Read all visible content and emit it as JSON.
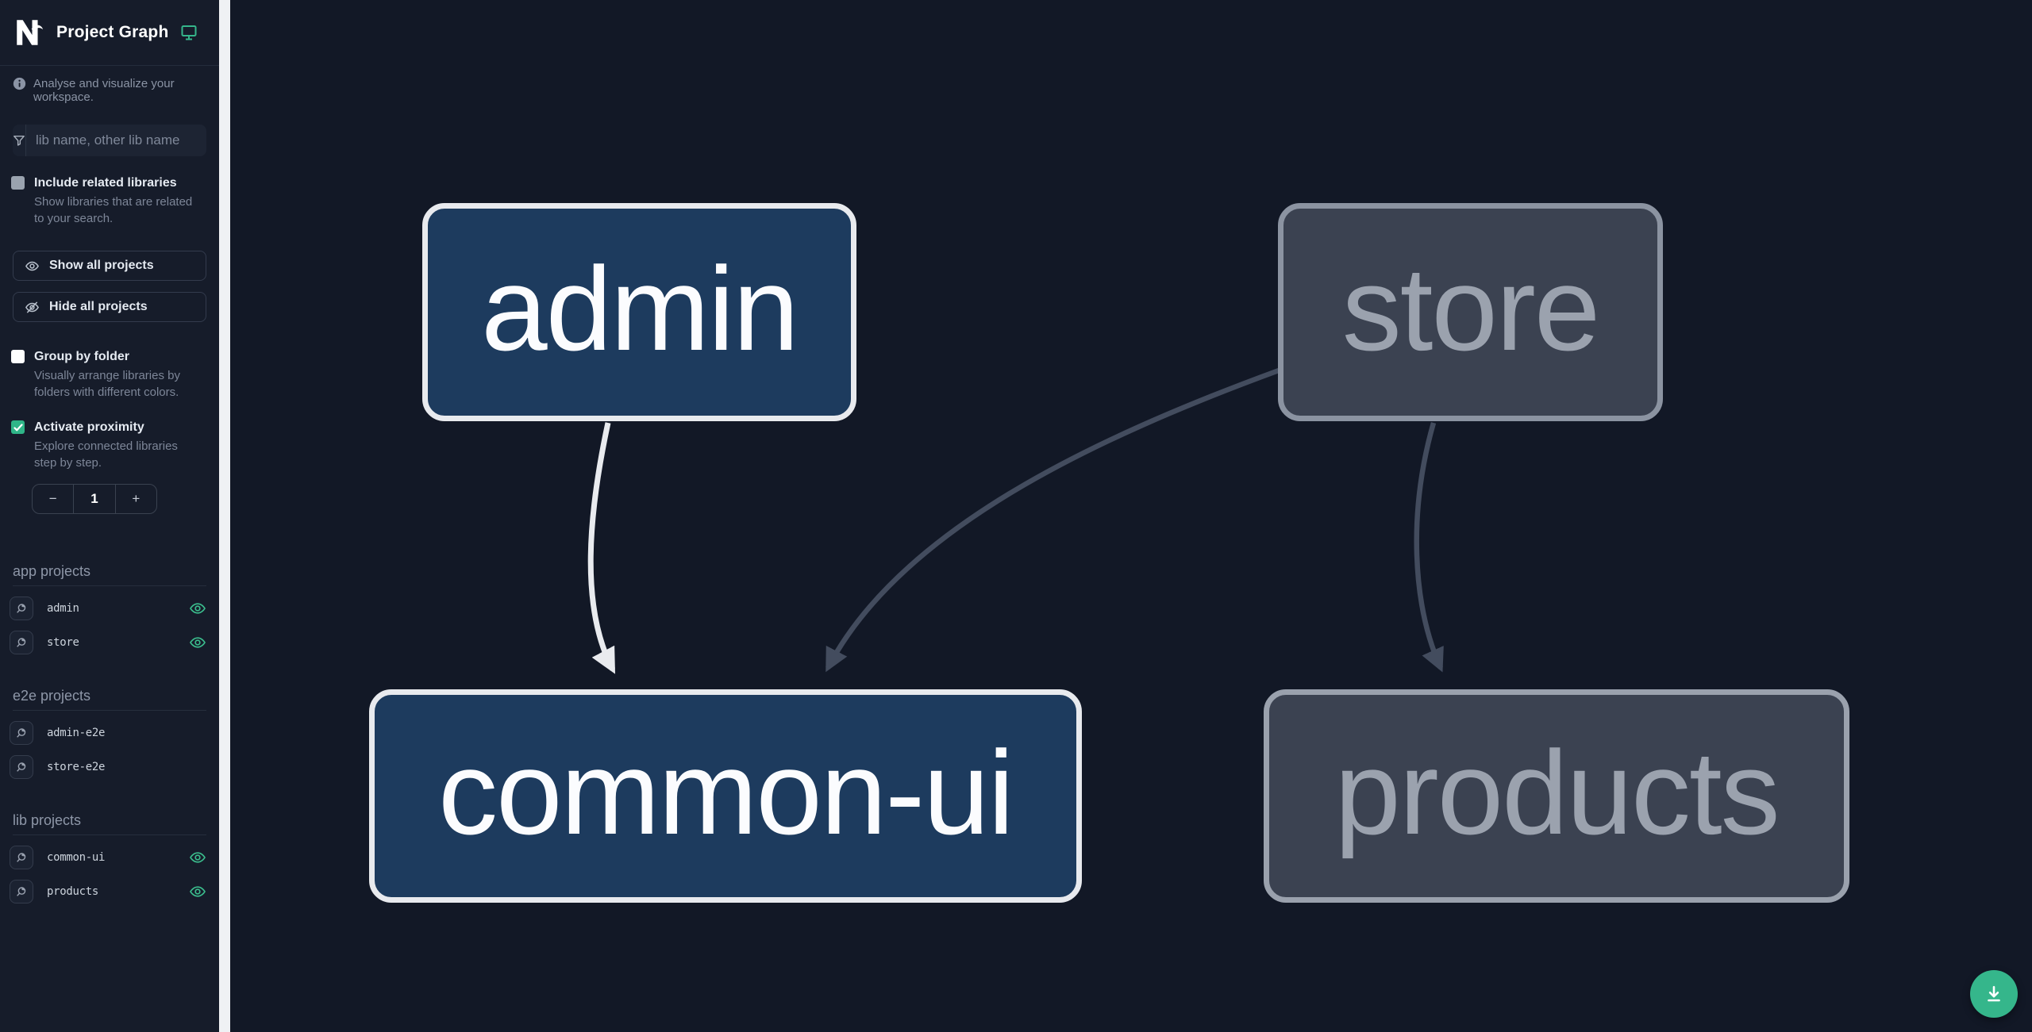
{
  "header": {
    "title": "Project Graph"
  },
  "sidebar": {
    "tagline": "Analyse and visualize your workspace.",
    "search": {
      "placeholder": "lib name, other lib name",
      "value": ""
    },
    "include_related": {
      "label": "Include related libraries",
      "description": "Show libraries that are related to your search.",
      "checked": false
    },
    "buttons": {
      "show_all": "Show all projects",
      "hide_all": "Hide all projects"
    },
    "group_by_folder": {
      "label": "Group by folder",
      "description": "Visually arrange libraries by folders with different colors.",
      "checked": false
    },
    "activate_proximity": {
      "label": "Activate proximity",
      "description": "Explore connected libraries step by step.",
      "checked": true
    },
    "stepper": {
      "decrease": "−",
      "value": "1",
      "increase": "+"
    },
    "sections": [
      {
        "heading": "app projects",
        "items": [
          {
            "name": "admin",
            "visible": true
          },
          {
            "name": "store",
            "visible": true
          }
        ]
      },
      {
        "heading": "e2e projects",
        "items": [
          {
            "name": "admin-e2e",
            "visible": false
          },
          {
            "name": "store-e2e",
            "visible": false
          }
        ]
      },
      {
        "heading": "lib projects",
        "items": [
          {
            "name": "common-ui",
            "visible": true
          },
          {
            "name": "products",
            "visible": true
          }
        ]
      }
    ]
  },
  "graph": {
    "nodes": [
      {
        "id": "admin",
        "state": "focused"
      },
      {
        "id": "store",
        "state": "faded"
      },
      {
        "id": "common-ui",
        "state": "focused"
      },
      {
        "id": "products",
        "state": "faded"
      }
    ],
    "edges": [
      {
        "source": "admin",
        "target": "common-ui",
        "highlighted": true
      },
      {
        "source": "store",
        "target": "common-ui",
        "highlighted": false
      },
      {
        "source": "store",
        "target": "products",
        "highlighted": false
      }
    ]
  },
  "colors": {
    "accent_green": "#35b68b",
    "node_focused_bg": "#1d3b5e",
    "node_focused_border": "#e8eaee",
    "node_faded_bg": "#3b4251",
    "node_faded_border": "#8b93a1",
    "edge_active": "#e9ebef",
    "edge_faded": "#434c5e",
    "sidebar_bg": "#161c2a",
    "canvas_bg": "#121826"
  }
}
